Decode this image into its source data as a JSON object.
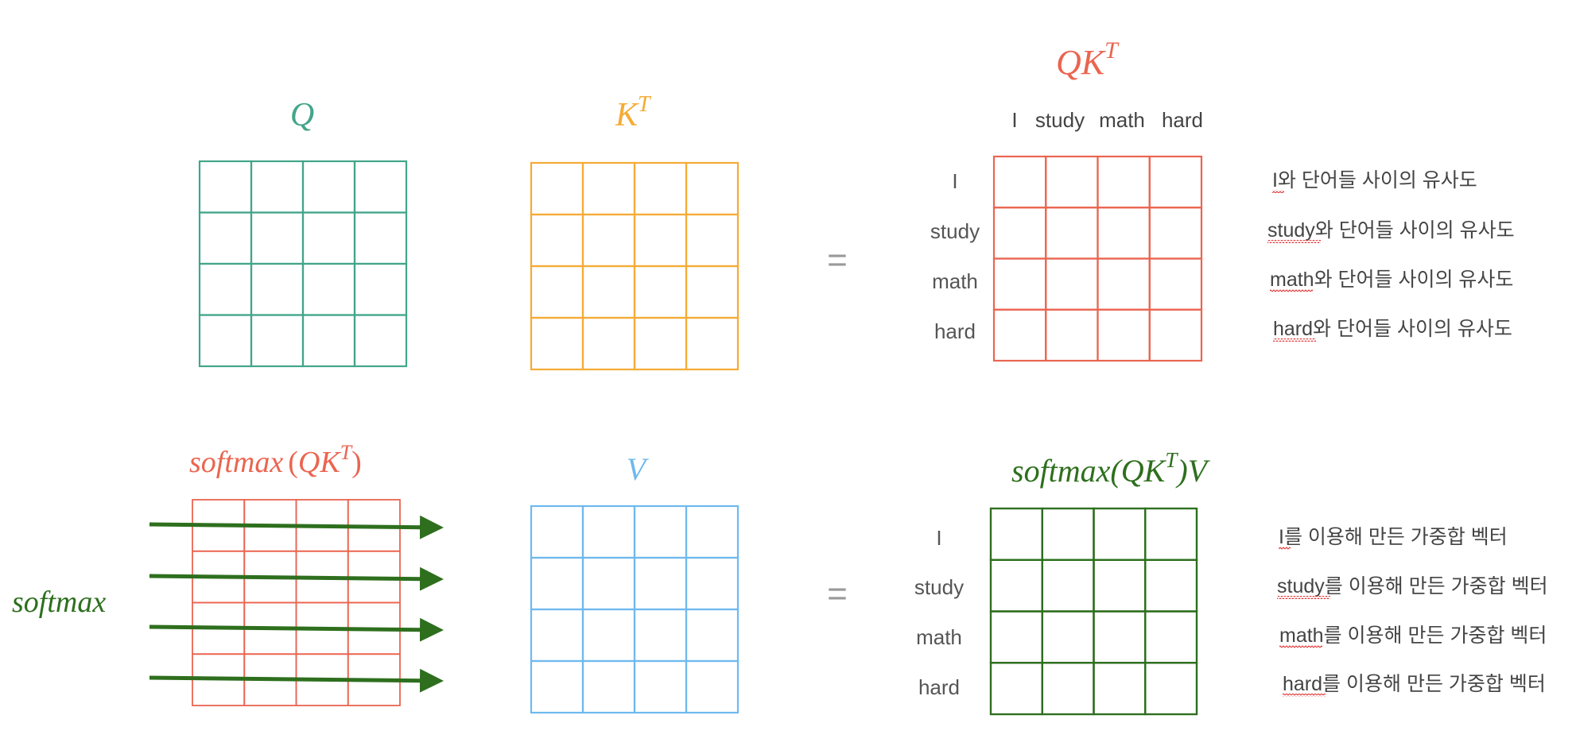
{
  "colors": {
    "q": "#43a58a",
    "k": "#f5ab35",
    "qk": "#ea6550",
    "v": "#6fb9ee",
    "result": "#2e6f1e",
    "equals": "#999999",
    "label": "#555555",
    "text": "#444444",
    "squiggle": "#e03030"
  },
  "top": {
    "q_title": "Q",
    "k_title": "K",
    "k_sup": "T",
    "equals": "=",
    "qk_title": "QK",
    "qk_sup": "T",
    "col_labels": [
      "I",
      "study",
      "math",
      "hard"
    ],
    "row_labels": [
      "I",
      "study",
      "math",
      "hard"
    ],
    "descriptions": [
      {
        "word": "I",
        "rest": "와 단어들 사이의 유사도"
      },
      {
        "word": "study",
        "rest": "와 단어들 사이의 유사도"
      },
      {
        "word": "math",
        "rest": "와 단어들 사이의 유사도"
      },
      {
        "word": "hard",
        "rest": "와 단어들 사이의 유사도"
      }
    ]
  },
  "bottom": {
    "softmax_title": "softmax",
    "softmax_paren_open": "(",
    "softmax_inner": "QK",
    "softmax_sup": "T",
    "softmax_paren_close": ")",
    "softmax_side_label": "softmax",
    "v_title": "V",
    "equals": "=",
    "result_title_a": "softmax(QK",
    "result_sup": "T",
    "result_title_b": ")V",
    "row_labels": [
      "I",
      "study",
      "math",
      "hard"
    ],
    "descriptions": [
      {
        "word": "I",
        "rest": "를 이용해 만든 ",
        "mid": "가중합",
        "end": " 벡터"
      },
      {
        "word": "study",
        "rest": "를 이용해 만든 ",
        "mid": "가중합",
        "end": " 벡터"
      },
      {
        "word": "math",
        "rest": "를 이용해 만든 ",
        "mid": "가중합",
        "end": " 벡터"
      },
      {
        "word": "hard",
        "rest": "를 이용해 만든 ",
        "mid": "가중합",
        "end": " 벡터"
      }
    ]
  }
}
